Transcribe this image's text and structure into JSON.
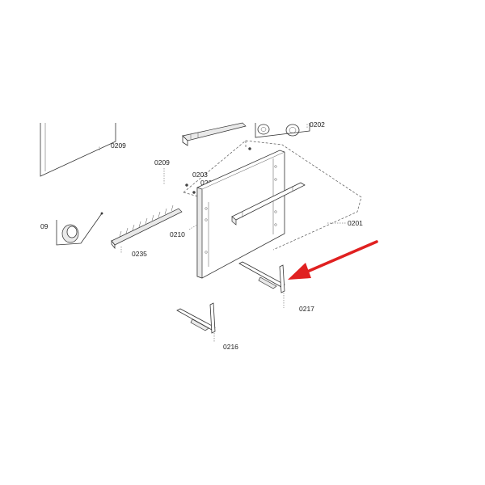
{
  "labels": {
    "p0209_top": "0209",
    "p0202_top": "0202",
    "p0209_mid": "0209",
    "p0203": "0203",
    "p0202_mid": "0202",
    "p09": "09",
    "p0201": "0201",
    "p0210": "0210",
    "p0235": "0235",
    "p0217": "0217",
    "p0216": "0216"
  },
  "colors": {
    "arrow": "#e02020",
    "line": "#333333"
  },
  "icons": {
    "pointer": "red-arrow-icon"
  }
}
